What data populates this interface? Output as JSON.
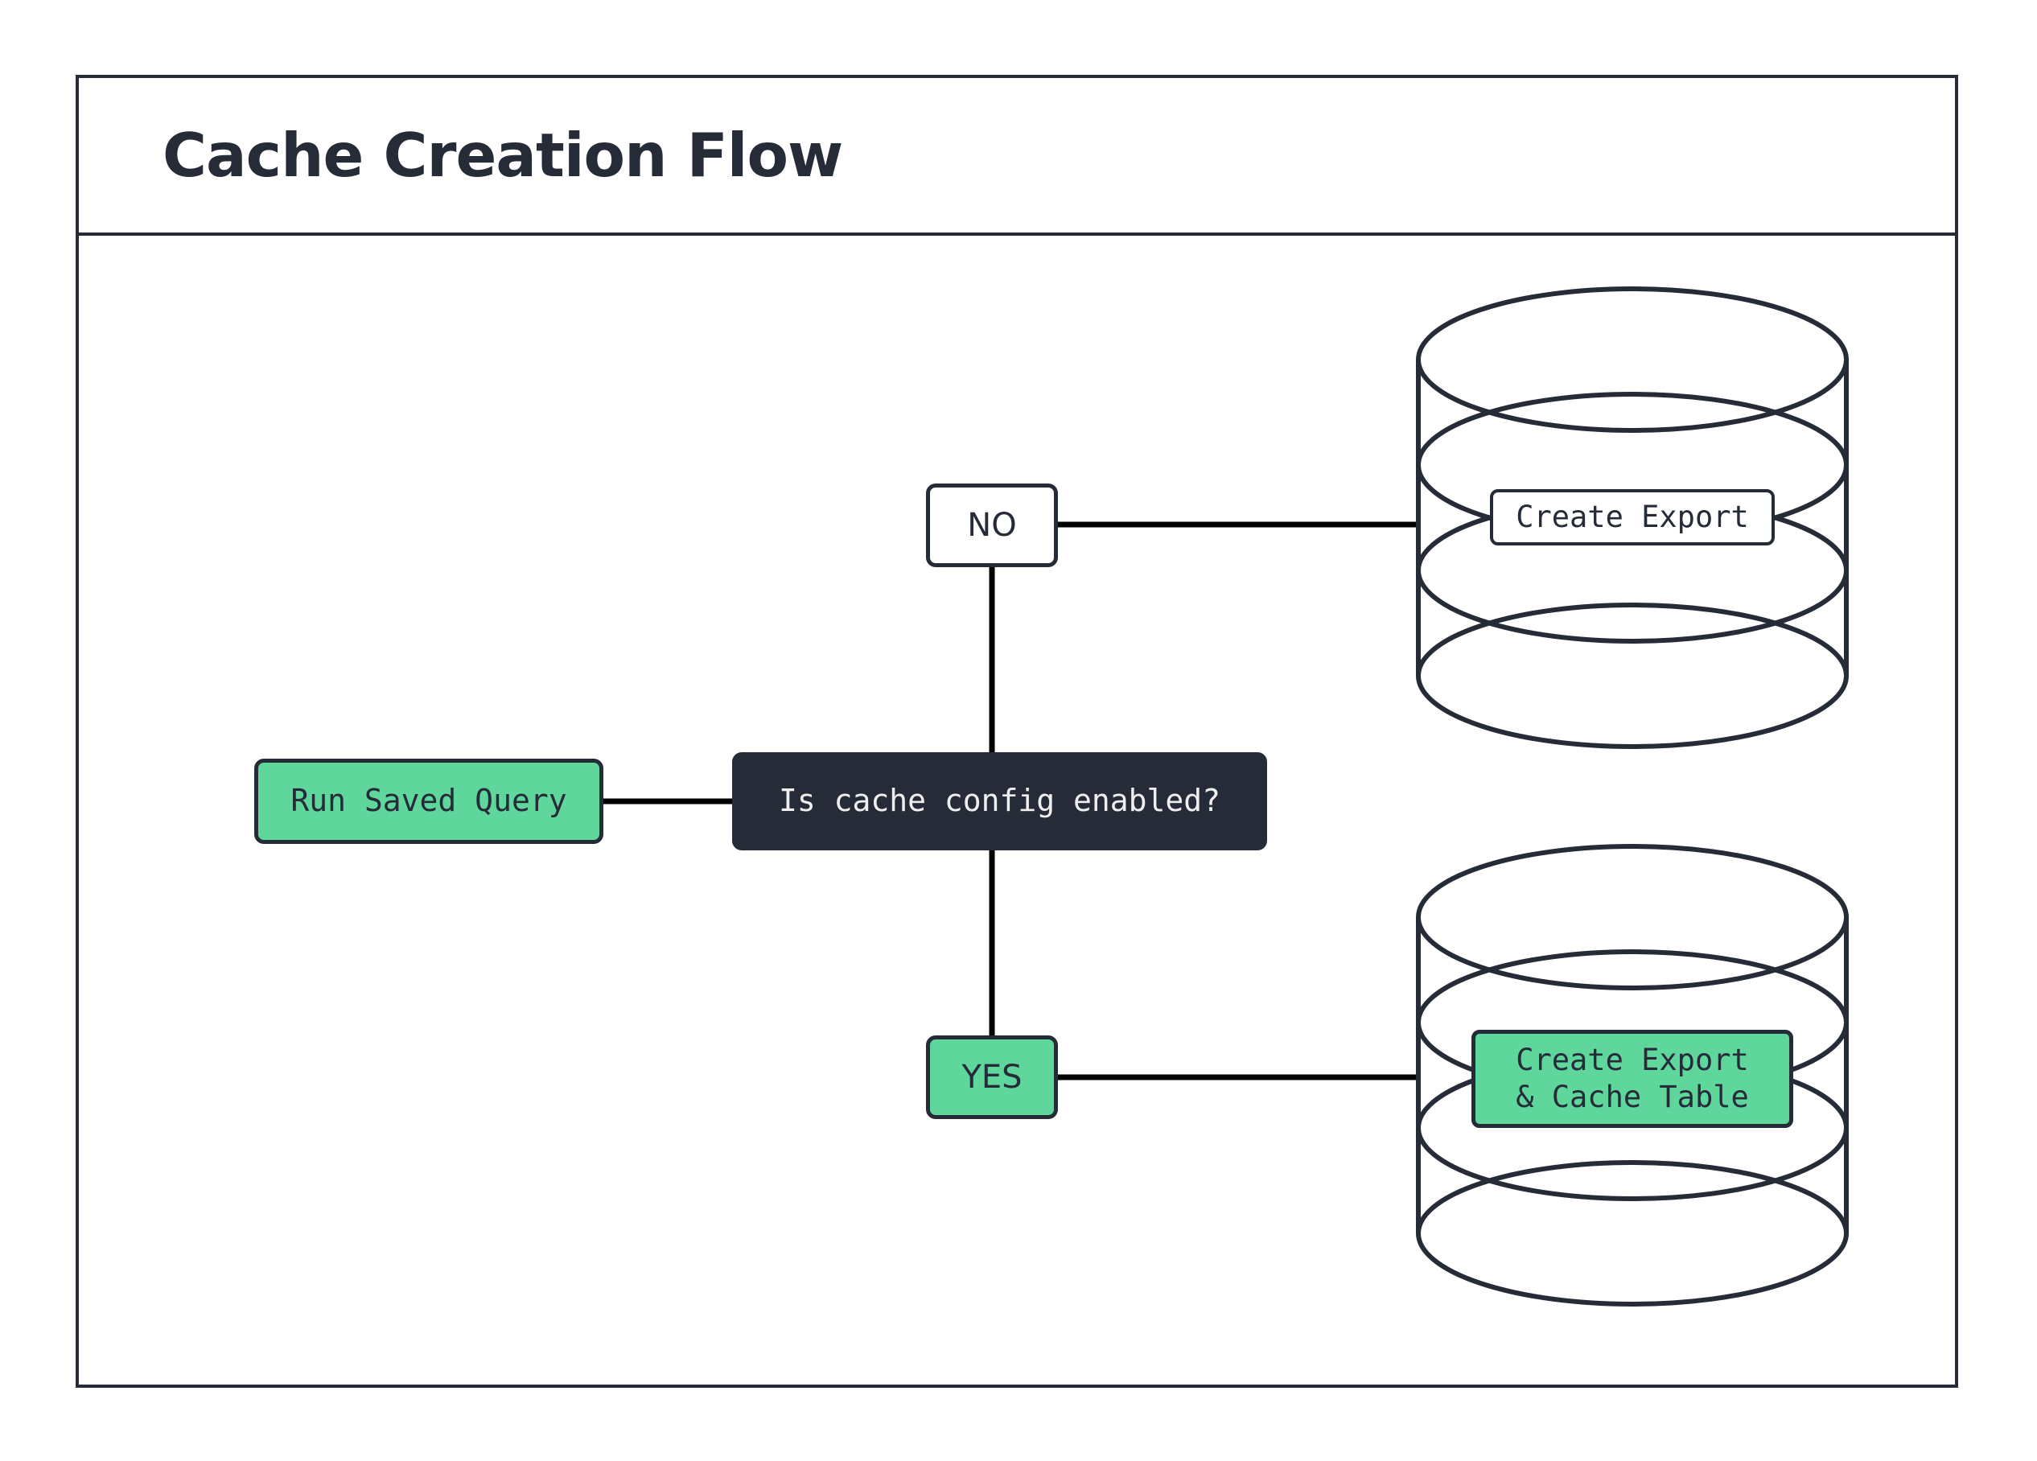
{
  "diagram": {
    "title": "Cache Creation Flow",
    "type": "flowchart",
    "colors": {
      "ink": "#262B38",
      "accent_green": "#5FD69C",
      "node_dark_fill": "#262B38",
      "node_dark_text": "#EFEFEF",
      "connector": "#000000",
      "background": "#FFFFFF"
    },
    "nodes": [
      {
        "id": "run-saved-query",
        "label": "Run Saved Query",
        "shape": "rounded-rect",
        "fill": "green",
        "font": "mono"
      },
      {
        "id": "decision",
        "label": "Is cache config enabled?",
        "shape": "rounded-rect",
        "fill": "dark",
        "font": "mono"
      },
      {
        "id": "no",
        "label": "NO",
        "shape": "rounded-rect",
        "fill": "white",
        "font": "sans"
      },
      {
        "id": "yes",
        "label": "YES",
        "shape": "rounded-rect",
        "fill": "green",
        "font": "sans"
      },
      {
        "id": "create-export",
        "label": "Create Export",
        "shape": "rounded-rect",
        "fill": "white",
        "font": "mono",
        "inside": "database-cylinder-top"
      },
      {
        "id": "create-export-cache",
        "label": "Create Export\n& Cache Table",
        "shape": "rounded-rect",
        "fill": "green",
        "font": "mono",
        "inside": "database-cylinder-bottom"
      }
    ],
    "cylinders": [
      {
        "id": "database-cylinder-top",
        "layers": 4
      },
      {
        "id": "database-cylinder-bottom",
        "layers": 4
      }
    ],
    "edges": [
      {
        "from": "run-saved-query",
        "to": "decision",
        "label": ""
      },
      {
        "from": "decision",
        "to": "no",
        "label": ""
      },
      {
        "from": "decision",
        "to": "yes",
        "label": ""
      },
      {
        "from": "no",
        "to": "create-export",
        "label": ""
      },
      {
        "from": "yes",
        "to": "create-export-cache",
        "label": ""
      }
    ]
  }
}
